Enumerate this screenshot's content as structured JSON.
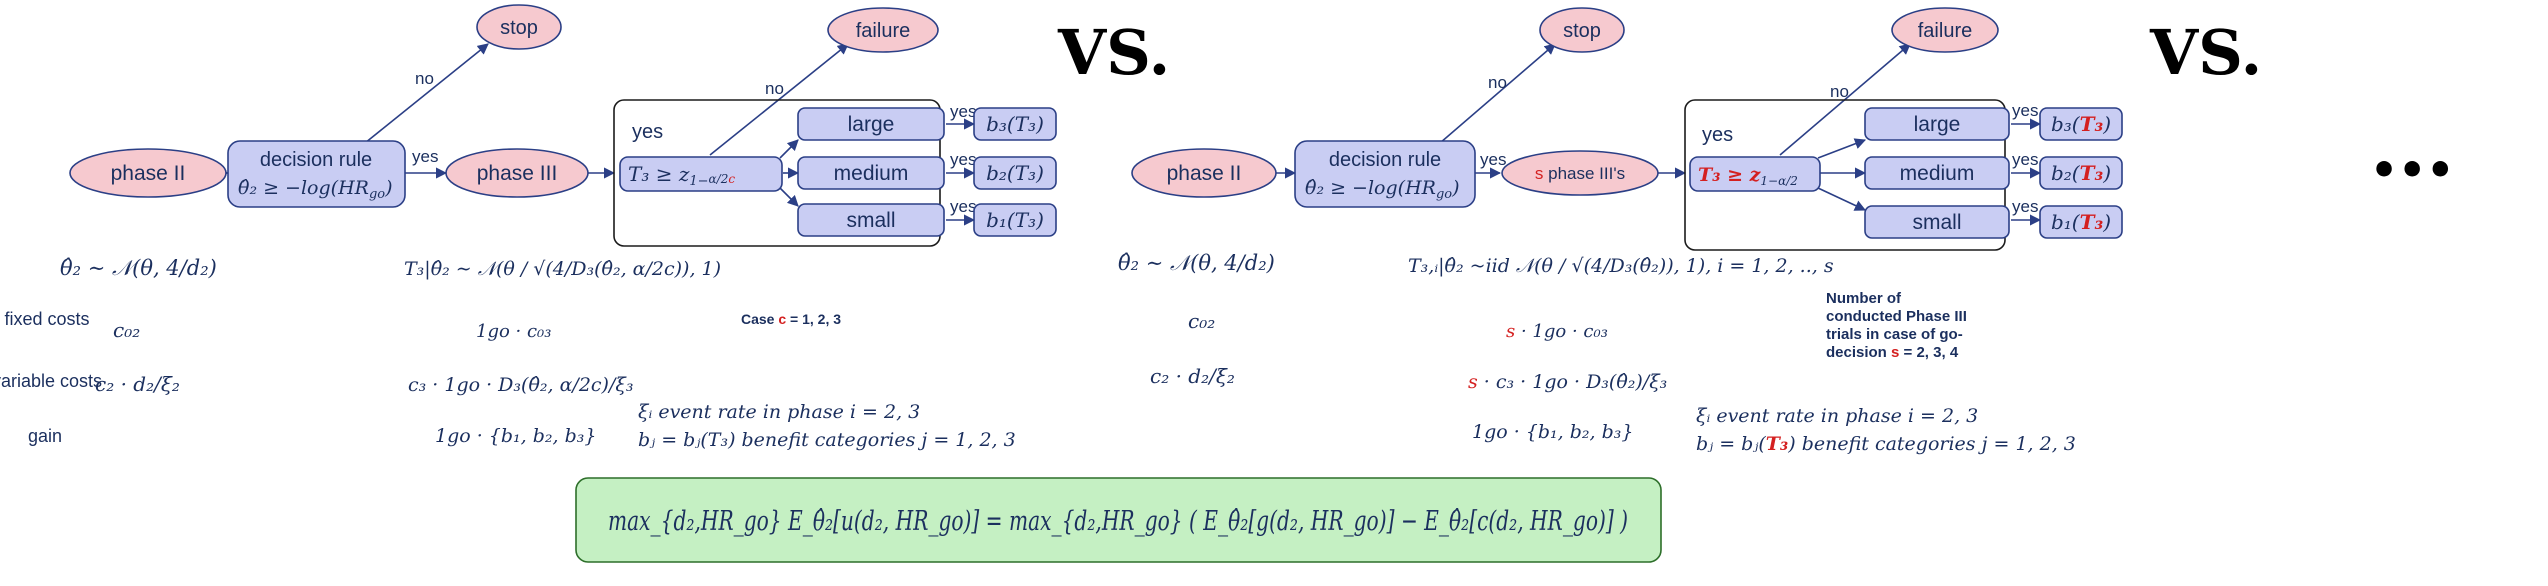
{
  "vs_label": "VS.",
  "ellipsis": "•••",
  "left": {
    "nodes": {
      "phase2": "phase II",
      "decision_title": "decision rule",
      "decision_rule": "θ̂₂ ≥ −log(HR",
      "decision_rule_sub": "go",
      "phase3": "phase III",
      "stop": "stop",
      "failure": "failure",
      "test_yes": "yes",
      "test_stat": "T₃ ≥ z",
      "test_sub": "1−",
      "test_alpha": "α/2",
      "test_c": "c",
      "large": "large",
      "medium": "medium",
      "small": "small",
      "b3": "b₃(T₃)",
      "b2": "b₂(T₃)",
      "b1": "b₁(T₃)"
    },
    "edge_labels": {
      "no1": "no",
      "yes1": "yes",
      "no2": "no",
      "yes_l": "yes",
      "yes_m": "yes",
      "yes_s": "yes"
    },
    "dist_phase2": "θ̂₂ ∼ 𝒩(θ, 4/d₂)",
    "dist_phase3": "T₃|θ̂₂ ∼ 𝒩(θ / √(4/D₃(θ̂₂, α/2c)), 1)",
    "row_labels": {
      "fixed": "fixed costs",
      "variable": "variable costs",
      "gain": "gain"
    },
    "fixed_p2": "c₀₂",
    "fixed_p3": "1go · c₀₃",
    "var_p2": "c₂ · d₂/ξ₂",
    "var_p3": "c₃ · 1go · D₃(θ̂₂, α/2c)/ξ₃",
    "gain_p3": "1go · {b₁, b₂, b₃}",
    "case_prefix": "Case ",
    "case_c": "c",
    "case_suffix": " = 1, 2, 3",
    "note_xi": "ξᵢ event rate in phase i = 2, 3",
    "note_b": "bⱼ = bⱼ(T₃) benefit categories j = 1, 2, 3"
  },
  "right": {
    "nodes": {
      "phase2": "phase II",
      "decision_title": "decision rule",
      "decision_rule": "θ̂₂ ≥ −log(HR",
      "decision_rule_sub": "go",
      "phase3_s": "s",
      "phase3": " phase III's",
      "stop": "stop",
      "failure": "failure",
      "test_yes": "yes",
      "test_stat": "T₃ ≥ z",
      "test_sub": "1−α/2",
      "large": "large",
      "medium": "medium",
      "small": "small",
      "b3": "b₃(",
      "b2": "b₂(",
      "b1": "b₁(",
      "t3": "T₃",
      "close": ")"
    },
    "edge_labels": {
      "no1": "no",
      "yes1": "yes",
      "no2": "no",
      "yes_l": "yes",
      "yes_m": "yes",
      "yes_s": "yes"
    },
    "dist_phase2": "θ̂₂ ∼ 𝒩(θ, 4/d₂)",
    "dist_phase3": "T₃,ᵢ|θ̂₂ ~iid 𝒩(θ / √(4/D₃(θ̂₂)), 1), i = 1, 2, .., s",
    "fixed_p2": "c₀₂",
    "fixed_p3_s": "s",
    "fixed_p3": " · 1go · c₀₃",
    "var_p2": "c₂ · d₂/ξ₂",
    "var_p3_s": "s",
    "var_p3": " · c₃ · 1go · D₃(θ̂₂)/ξ₃",
    "gain_p3": "1go · {b₁, b₂, b₃}",
    "note_lines": [
      "Number of",
      "conducted Phase III",
      "trials in case of go-"
    ],
    "note_last_prefix": "decision ",
    "note_last_s": "s",
    "note_last_suffix": " = 2, 3, 4",
    "note_xi": "ξᵢ event rate in phase i = 2, 3",
    "note_b_prefix": "bⱼ = bⱼ(",
    "note_b_t3": "T₃",
    "note_b_suffix": ") benefit categories j = 1, 2, 3"
  },
  "formula": "max_{d₂,HR_go} E_θ̂₂[u(d₂, HR_go)] = max_{d₂,HR_go} ( E_θ̂₂[g(d₂, HR_go)] − E_θ̂₂[c(d₂, HR_go)] )",
  "colors": {
    "node_pink": "#f6c9cf",
    "node_blue": "#c9cdf3",
    "formula_bg": "#c5f0c3",
    "text": "#1b2f5e",
    "highlight": "#d42020"
  }
}
